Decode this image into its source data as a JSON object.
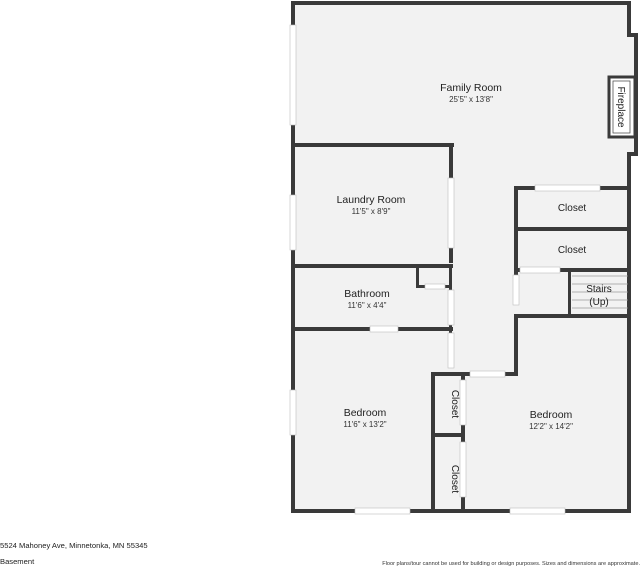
{
  "rooms": {
    "family_room": {
      "name": "Family Room",
      "dims": "25'5\" x 13'8\""
    },
    "laundry_room": {
      "name": "Laundry Room",
      "dims": "11'5\" x 8'9\""
    },
    "bathroom": {
      "name": "Bathroom",
      "dims": "11'6\" x 4'4\""
    },
    "bedroom_left": {
      "name": "Bedroom",
      "dims": "11'6\" x 13'2\""
    },
    "bedroom_right": {
      "name": "Bedroom",
      "dims": "12'2\" x 14'2\""
    },
    "closet_upper": {
      "name": "Closet"
    },
    "closet_middle": {
      "name": "Closet"
    },
    "closet_hall_upper": {
      "name": "Closet"
    },
    "closet_hall_lower": {
      "name": "Closet"
    },
    "stairs": {
      "name_line1": "Stairs",
      "name_line2": "(Up)"
    },
    "fireplace": {
      "name": "Fireplace"
    }
  },
  "footer": {
    "address": "5524 Mahoney Ave, Minnetonka, MN 55345",
    "level": "Basement",
    "disclaimer": "Floor plans/tour cannot be used for building or design purposes. Sizes and dimensions are approximate."
  },
  "colors": {
    "wall": "#3a3a3a",
    "floor": "#f2f2f2",
    "background": "#ffffff"
  }
}
